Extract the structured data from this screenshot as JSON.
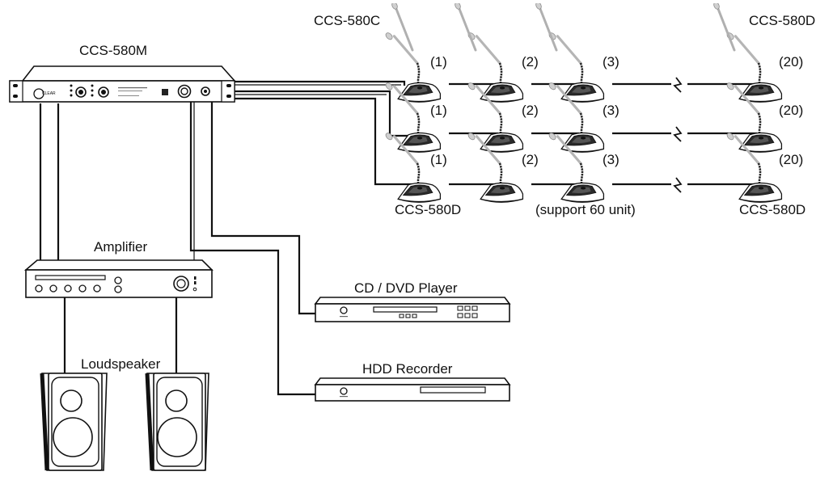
{
  "labels": {
    "main_unit": "CCS-580M",
    "chairman_top": "CCS-580C",
    "delegate_top_right": "CCS-580D",
    "delegate_bottom_left": "CCS-580D",
    "delegate_bottom_right": "CCS-580D",
    "support": "(support 60 unit)",
    "amplifier": "Amplifier",
    "loudspeaker": "Loudspeaker",
    "cd_player": "CD / DVD Player",
    "hdd_recorder": "HDD Recorder",
    "brand": "CLEAR"
  },
  "unit_numbers": [
    "(1)",
    "(2)",
    "(3)",
    "(20)"
  ],
  "colors": {
    "line": "#111111",
    "device_body": "#ffffff",
    "mic_dark": "#222222",
    "mic_light": "#9a9a9a"
  }
}
